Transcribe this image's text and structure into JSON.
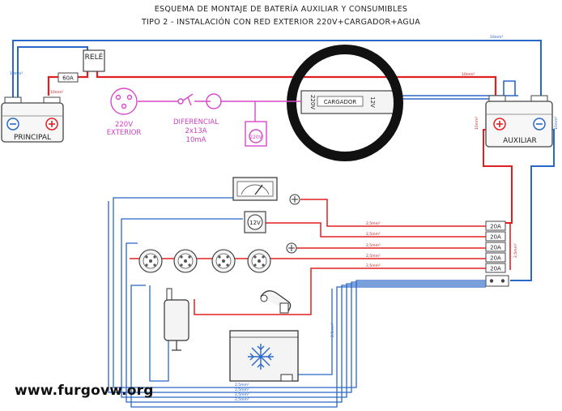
{
  "title": {
    "line1": "ESQUEMA DE MONTAJE DE BATERÍA AUXILIAR Y CONSUMIBLES",
    "line2": "TIPO 2 - INSTALACIÓN CON RED EXTERIOR 220V+CARGADOR+AGUA"
  },
  "labels": {
    "battery_principal": "PRINCIPAL",
    "battery_auxiliar": "AUXILIAR",
    "relay": "RELÉ",
    "fuse_main": "60A",
    "charger": "CARGADOR",
    "charger_in": "220V",
    "charger_out": "12V",
    "exterior_1": "220V",
    "exterior_2": "EXTERIOR",
    "diferencial_1": "DIFERENCIAL",
    "diferencial_2": "2x13A",
    "diferencial_3": "10mA",
    "socket": "220V",
    "socket_12v": "12V",
    "watermark": "www.furgovw.org"
  },
  "fuses": [
    "20A",
    "20A",
    "20A",
    "20A",
    "20A"
  ],
  "wire_labels": {
    "top_blue": "10mm²",
    "red_main": "10mm²",
    "small_red_left": "10mm²",
    "principal_blue": "10mm²",
    "aux_red": "10mm²",
    "aux_blue": "10mm²",
    "branch_1": "2,5mm²",
    "branch_2": "2,5mm²",
    "branch_3": "2,5mm²",
    "branch_4": "2,5mm²",
    "branch_5": "2,5mm²",
    "fuse_side": "2,5mm²",
    "return_1": "2,5mm²",
    "return_2": "2,5mm²",
    "return_3": "2,5mm²",
    "return_4": "2,5mm²",
    "vertical_blue": "2,5mm²"
  },
  "colors": {
    "positive": "#e02020",
    "negative": "#2a68c8",
    "ac": "#d848c8",
    "outline": "#333333"
  }
}
